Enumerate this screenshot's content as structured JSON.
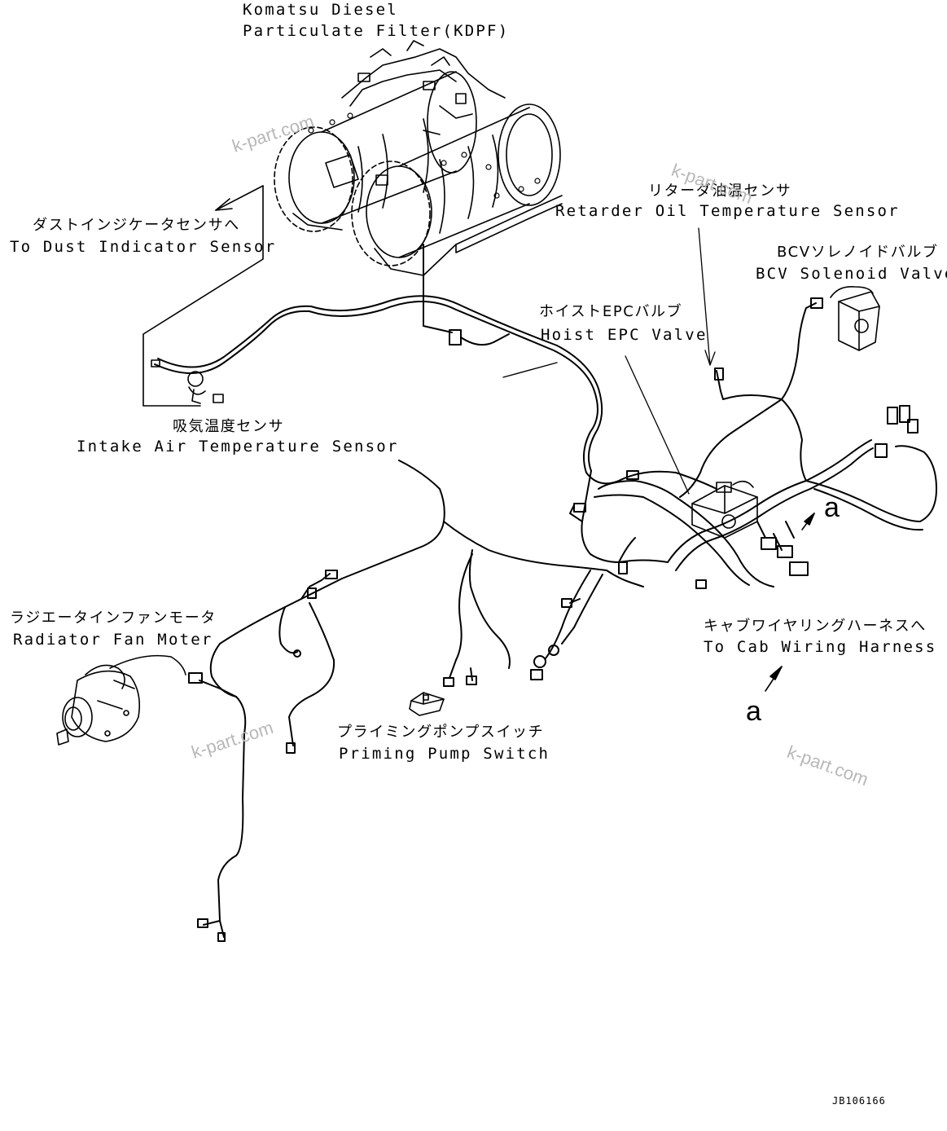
{
  "labels": {
    "kdpf_line1": "Komatsu Diesel",
    "kdpf_line2": "Particulate Filter(KDPF)",
    "dust_jp": "ダストインジケータセンサへ",
    "dust_en": "To Dust Indicator Sensor",
    "retarder_jp": "リターダ油温センサ",
    "retarder_en": "Retarder Oil Temperature Sensor",
    "bcv_jp": "BCVソレノイドバルブ",
    "bcv_en": "BCV Solenoid Valve",
    "hoist_jp": "ホイストEPCバルブ",
    "hoist_en": "Hoist EPC Valve",
    "intake_jp": "吸気温度センサ",
    "intake_en": "Intake Air Temperature Sensor",
    "radiator_jp": "ラジエータインファンモータ",
    "radiator_en": "Radiator Fan Moter",
    "cab_jp": "キャブワイヤリングハーネスへ",
    "cab_en": "To Cab Wiring Harness",
    "priming_jp": "プライミングポンプスイッチ",
    "priming_en": "Priming Pump Switch",
    "view_a_small": "a",
    "view_a_large": "a",
    "drawing_code": "JB106166"
  },
  "watermarks": [
    "k-part.com",
    "k-part.com",
    "k-part.com",
    "k-part.com"
  ],
  "colors": {
    "line": "#000000",
    "watermark": "#b8b8b8",
    "background": "#ffffff"
  }
}
